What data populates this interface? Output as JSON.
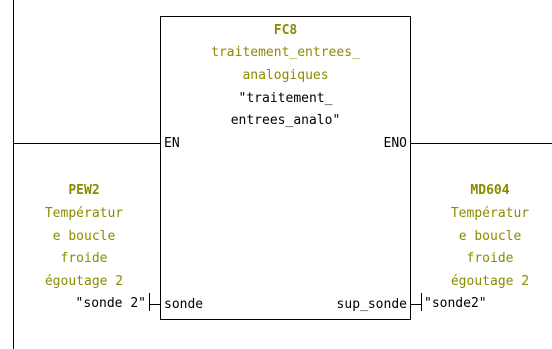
{
  "block": {
    "number": "FC8",
    "name_line1": "traitement_entrees_",
    "name_line2": "analogiques",
    "symbol_line1": "\"traitement_",
    "symbol_line2": "entrees_analo\"",
    "pin_en": "EN",
    "pin_eno": "ENO",
    "pin_in": "sonde",
    "pin_out": "sup_sonde"
  },
  "input_operand": {
    "address": "PEW2",
    "comment_lines": [
      "Températur",
      "e boucle",
      "froide",
      "égoutage 2"
    ],
    "symbol": "\"sonde 2\""
  },
  "output_operand": {
    "address": "MD604",
    "comment_lines": [
      "Températur",
      "e boucle",
      "froide",
      "égoutage 2"
    ],
    "symbol": "\"sonde2\""
  },
  "colors": {
    "address_comment": "#8b8b00",
    "lines": "#000000"
  }
}
